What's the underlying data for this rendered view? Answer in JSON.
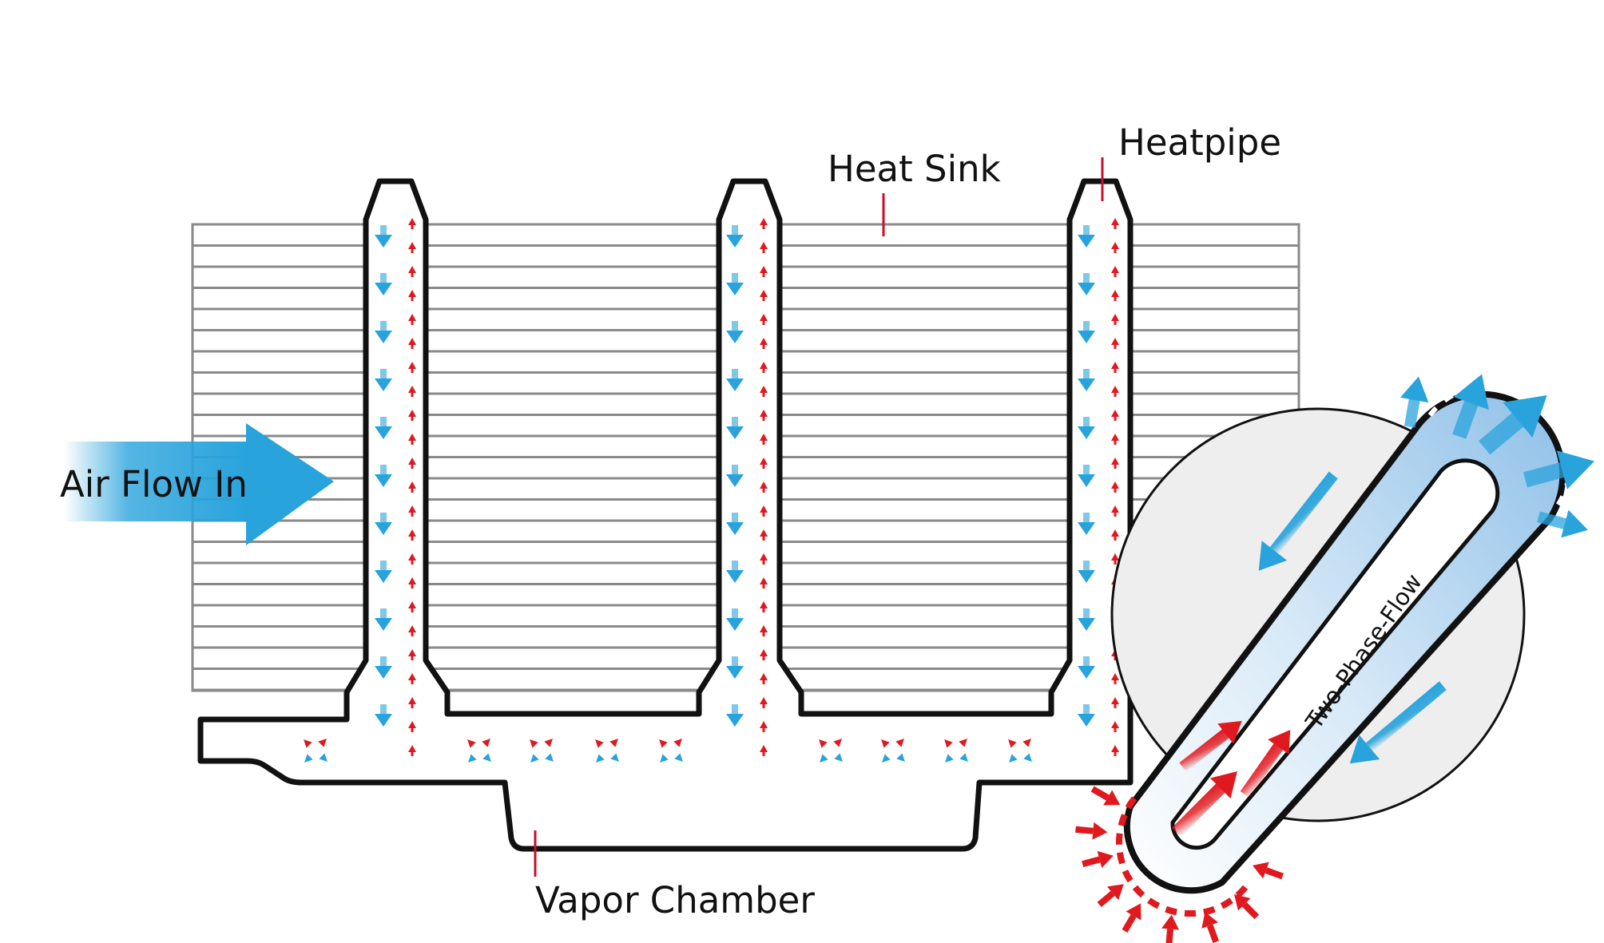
{
  "labels": {
    "heat_sink": "Heat Sink",
    "heatpipe": "Heatpipe",
    "air_flow_in": "Air Flow In",
    "vapor_chamber": "Vapor Chamber",
    "two_phase_flow": "Two-Phase-Flow"
  },
  "colors": {
    "outline": "#111111",
    "fin_line": "#8a8a8a",
    "leader": "#c8102e",
    "cool_flow": "#29a3dc",
    "hot_flow": "#e0191f",
    "magnifier_fill": "#eeeeee",
    "loop_fill": "#9cc8ea"
  },
  "icons": {
    "cool_arrow": "blue-down-arrow-icon",
    "hot_arrow": "red-up-arrow-icon",
    "cycle_arrow": "red-blue-cycle-icon"
  }
}
